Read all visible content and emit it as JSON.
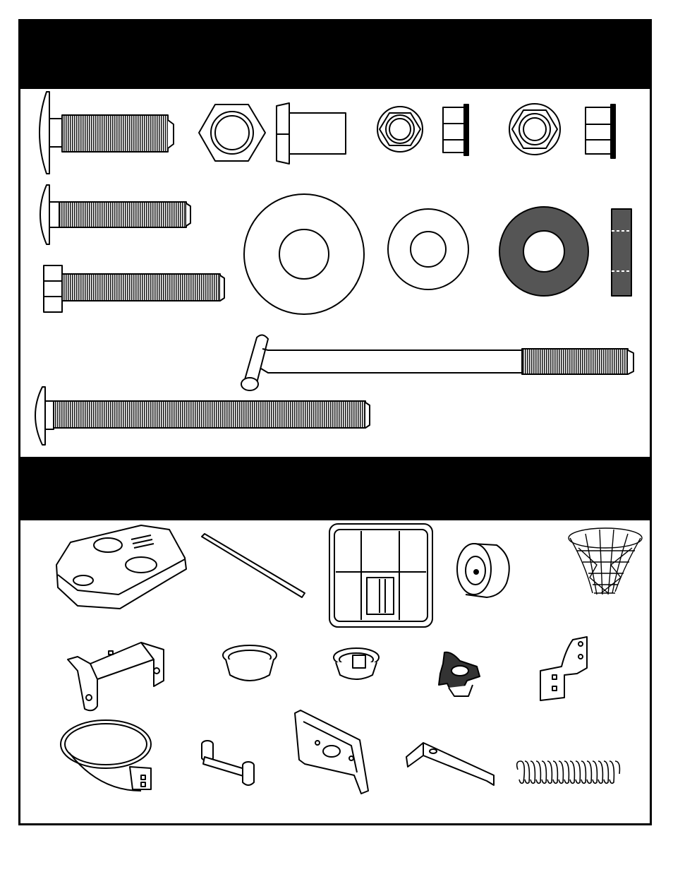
{
  "page": {
    "title": "",
    "hardware_header": "",
    "parts_header": ""
  },
  "hardware_items": [
    {
      "id": "carriage-bolt-short",
      "icon": "carriage-bolt-icon"
    },
    {
      "id": "hex-nut-top",
      "icon": "hex-nut-icon"
    },
    {
      "id": "hex-nut-side",
      "icon": "hex-nut-side-icon"
    },
    {
      "id": "flange-nut-small-top",
      "icon": "flange-nut-icon"
    },
    {
      "id": "flange-nut-small-side",
      "icon": "flange-nut-side-icon"
    },
    {
      "id": "flange-nut-large-top",
      "icon": "flange-nut-icon"
    },
    {
      "id": "flange-nut-large-side",
      "icon": "flange-nut-side-icon"
    },
    {
      "id": "carriage-bolt-medium",
      "icon": "carriage-bolt-icon"
    },
    {
      "id": "hex-bolt",
      "icon": "hex-bolt-icon"
    },
    {
      "id": "washer-large",
      "icon": "washer-icon"
    },
    {
      "id": "washer-small",
      "icon": "washer-icon"
    },
    {
      "id": "rubber-washer",
      "icon": "rubber-washer-icon"
    },
    {
      "id": "rubber-washer-side",
      "icon": "rubber-washer-side-icon"
    },
    {
      "id": "l-bolt",
      "icon": "l-bolt-icon"
    },
    {
      "id": "carriage-bolt-long",
      "icon": "carriage-bolt-icon"
    }
  ],
  "part_items": [
    {
      "id": "base",
      "icon": "base-icon"
    },
    {
      "id": "rod",
      "icon": "rod-icon"
    },
    {
      "id": "backboard",
      "icon": "backboard-icon"
    },
    {
      "id": "wheel",
      "icon": "wheel-icon"
    },
    {
      "id": "net",
      "icon": "net-icon"
    },
    {
      "id": "u-bracket",
      "icon": "u-bracket-icon"
    },
    {
      "id": "cap-large",
      "icon": "cap-icon"
    },
    {
      "id": "cap-small",
      "icon": "cap-icon"
    },
    {
      "id": "knob",
      "icon": "knob-icon"
    },
    {
      "id": "offset-bracket",
      "icon": "offset-bracket-icon"
    },
    {
      "id": "rim",
      "icon": "rim-icon"
    },
    {
      "id": "link-arm",
      "icon": "link-arm-icon"
    },
    {
      "id": "rim-mount",
      "icon": "rim-mount-icon"
    },
    {
      "id": "channel-plate",
      "icon": "channel-plate-icon"
    },
    {
      "id": "spring",
      "icon": "spring-icon"
    }
  ]
}
